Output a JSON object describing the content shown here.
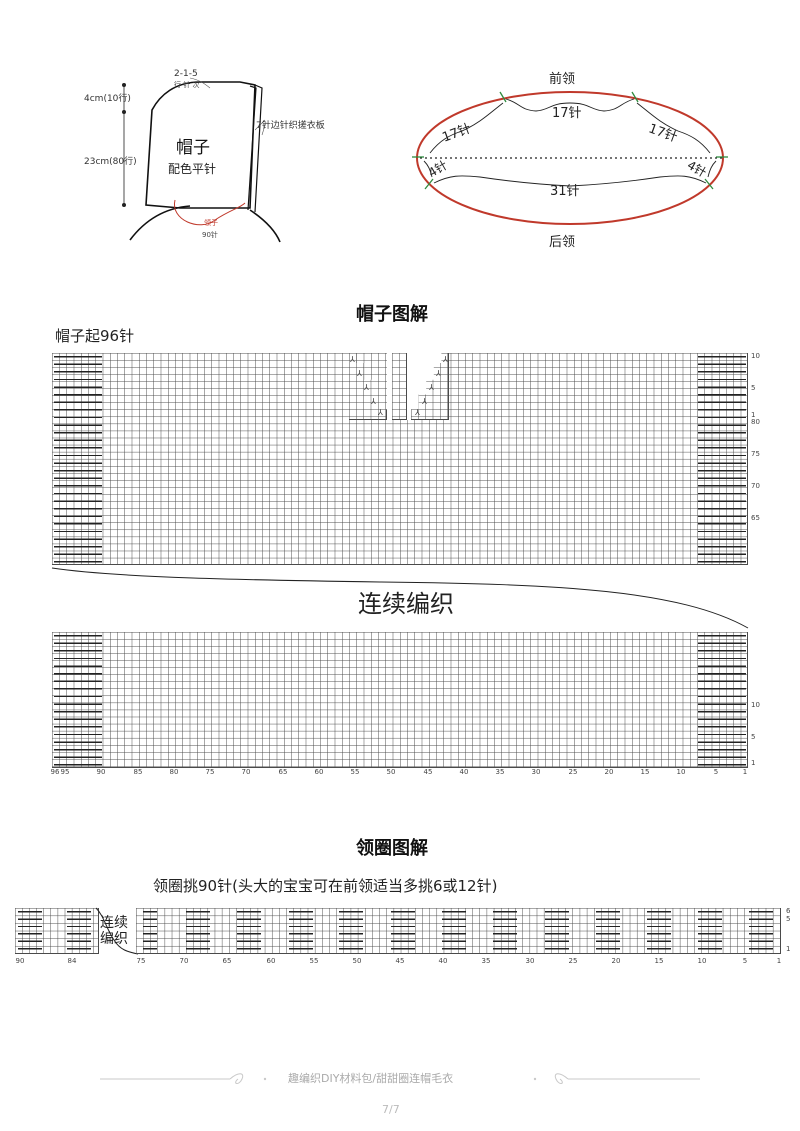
{
  "hood_diagram": {
    "label_decrease": "2-1-5",
    "label_decrease_sub": "行 针 次",
    "label_top_height": "4cm(10行)",
    "label_main_height": "23cm(80行)",
    "title": "帽子",
    "subtitle": "配色平针",
    "label_edge": "7针边针织搓衣板",
    "label_collar": "领子",
    "label_collar_count": "90针"
  },
  "neckline_diagram": {
    "front_label": "前领",
    "back_label": "后领",
    "front_center": "17针",
    "front_left": "17针",
    "front_right": "17针",
    "side_left": "4针",
    "side_right": "4针",
    "back_center": "31针",
    "colors": {
      "ellipse": "#c0392b",
      "markers": "#2e8b3e"
    }
  },
  "hood_chart": {
    "title": "帽子图解",
    "caption": "帽子起96针",
    "middle_text": "连续编织",
    "top_row_labels": [
      "10",
      "5",
      "1",
      "80",
      "75",
      "70",
      "65"
    ],
    "bottom_row_labels": [
      "10",
      "5",
      "1"
    ],
    "bottom_axis": [
      "96",
      "95",
      "90",
      "85",
      "80",
      "75",
      "70",
      "65",
      "60",
      "55",
      "50",
      "45",
      "40",
      "35",
      "30",
      "25",
      "20",
      "15",
      "10",
      "5",
      "1"
    ],
    "decrease_symbol": "⅄"
  },
  "collar_chart": {
    "title": "领圈图解",
    "caption": "领圈挑90针(头大的宝宝可在前领适当多挑6或12针)",
    "middle_text_1": "连续",
    "middle_text_2": "编织",
    "row_labels": [
      "6",
      "5",
      "1"
    ],
    "axis_labels": [
      "90",
      "84",
      "75",
      "70",
      "65",
      "60",
      "55",
      "50",
      "45",
      "40",
      "35",
      "30",
      "25",
      "20",
      "15",
      "10",
      "5",
      "1"
    ]
  },
  "footer": {
    "text": "趣编织DIY材料包/甜甜圈连帽毛衣",
    "page": "7/7"
  }
}
